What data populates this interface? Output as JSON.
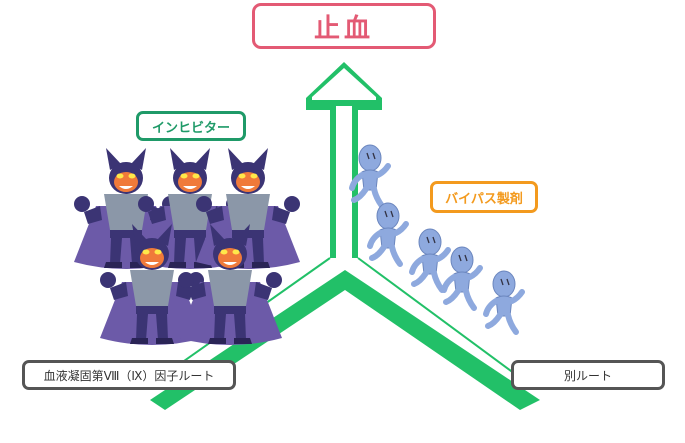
{
  "labels": {
    "goal": "止血",
    "inhibitor": "インヒビター",
    "bypass_agent": "バイパス製剤",
    "route_main": "血液凝固第Ⅷ（Ⅸ）因子ルート",
    "route_alternate": "別ルート"
  },
  "colors": {
    "arrow_green": "#22c068",
    "goal_pink": "#e35a74",
    "inhibitor_green": "#1f9a68",
    "bypass_orange": "#f39a1e",
    "villain_purple": "#3b3474",
    "villain_cape": "#6c5aa8",
    "villain_face": "#f07a3a",
    "runner_blue": "#8ea9de",
    "box_gray": "#555555"
  },
  "icons": {
    "villain": "villain-icon",
    "runner": "running-person-icon",
    "arrow": "up-arrow-icon"
  }
}
